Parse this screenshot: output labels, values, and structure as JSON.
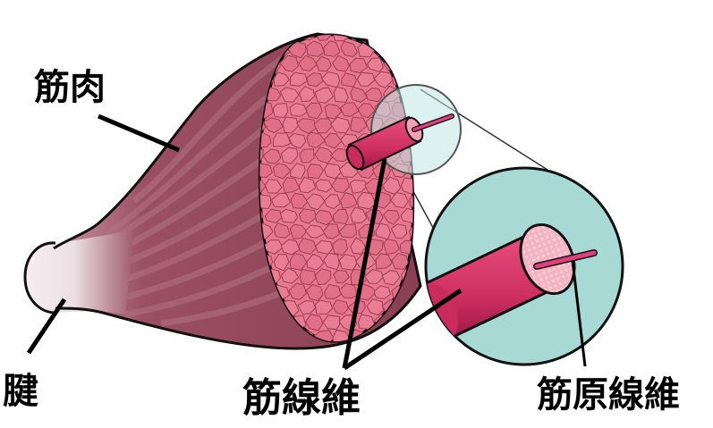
{
  "labels": {
    "muscle": "筋肉",
    "tendon": "腱",
    "muscle_fiber": "筋線維",
    "myofibril": "筋原線維"
  },
  "colors": {
    "muscle_body": "#8f4556",
    "muscle_stripe": "#b47585",
    "cross_section": "#e57a90",
    "cell_outline": "#9c3e55",
    "fiber": "#d53a6e",
    "fiber_dark": "#9a1846",
    "myofibril": "#e0407c",
    "magnifier": "#a9d9d5",
    "tendon": "#f2e6ea",
    "outline": "#111111"
  }
}
